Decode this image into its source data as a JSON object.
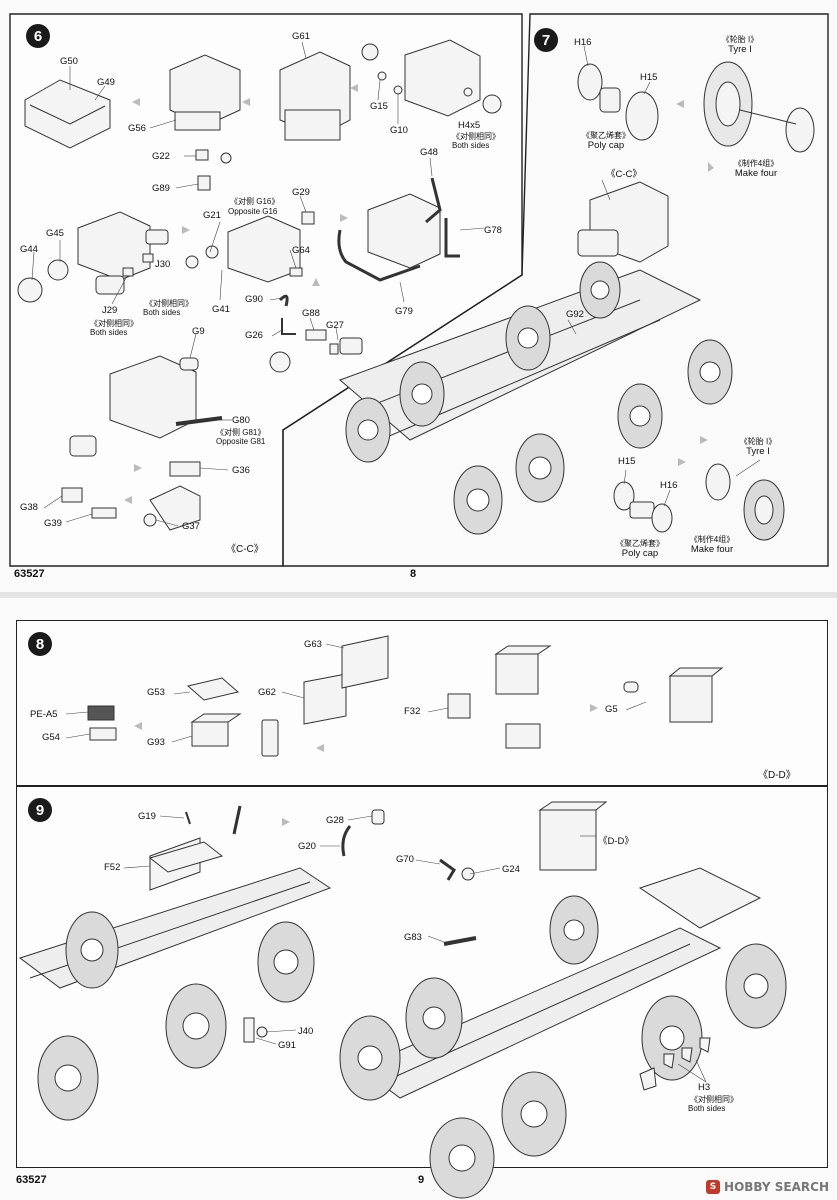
{
  "pages": [
    {
      "code": "63527",
      "number": "8",
      "steps": {
        "s6": {
          "badge": "6",
          "section": "《C-C》",
          "labels": {
            "G50": "G50",
            "G49": "G49",
            "G56": "G56",
            "G61": "G61",
            "G15": "G15",
            "G10": "G10",
            "H4x5": "H4x5",
            "both_cn": "《对侧相同》",
            "both": "Both sides",
            "G22": "G22",
            "G89": "G89",
            "G48": "G48",
            "G29": "G29",
            "G78": "G78",
            "G16_cn": "《对侧 G16》",
            "G16_en": "Opposite G16",
            "G21": "G21",
            "G64": "G64",
            "G45": "G45",
            "G44": "G44",
            "J30": "J30",
            "J30_cn": "《对侧相同》",
            "J30_en": "Both sides",
            "J29": "J29",
            "J29_cn": "《对侧相同》",
            "J29_en": "Both sides",
            "G41": "G41",
            "G90": "G90",
            "G88": "G88",
            "G79": "G79",
            "G26": "G26",
            "G27": "G27",
            "G9": "G9",
            "G80": "G80",
            "G81_cn": "《对侧 G81》",
            "G81_en": "Opposite G81",
            "G36": "G36",
            "G38": "G38",
            "G39": "G39",
            "G37": "G37"
          }
        },
        "s7": {
          "badge": "7",
          "labels": {
            "H16a": "H16",
            "H15a": "H15",
            "tyre_cn_a": "《轮胎 I》",
            "tyre_en_a": "Tyre I",
            "polycap_cn_a": "《聚乙烯套》",
            "polycap_en_a": "Poly cap",
            "make_cn_a": "《制作4组》",
            "make_en_a": "Make four",
            "cc": "《C-C》",
            "G92": "G92",
            "tyre_cn_b": "《轮胎 I》",
            "tyre_en_b": "Tyre I",
            "H15b": "H15",
            "H16b": "H16",
            "polycap_cn_b": "《聚乙烯套》",
            "polycap_en_b": "Poly cap",
            "make_cn_b": "《制作4组》",
            "make_en_b": "Make four"
          }
        }
      }
    },
    {
      "code": "63527",
      "number": "9",
      "steps": {
        "s8": {
          "badge": "8",
          "section": "《D-D》",
          "labels": {
            "G63": "G63",
            "G53": "G53",
            "G62": "G62",
            "PEA5": "PE-A5",
            "G54": "G54",
            "G93": "G93",
            "F32": "F32",
            "G5": "G5"
          }
        },
        "s9": {
          "badge": "9",
          "labels": {
            "G19": "G19",
            "G28": "G28",
            "G20": "G20",
            "F52": "F52",
            "DD": "《D-D》",
            "G70": "G70",
            "G24": "G24",
            "G83": "G83",
            "J40": "J40",
            "G91": "G91",
            "H3": "H3",
            "H3_cn": "《对侧相同》",
            "H3_en": "Both sides"
          }
        }
      }
    }
  ],
  "watermark": {
    "logo": "S",
    "text": "HOBBY SEARCH"
  }
}
